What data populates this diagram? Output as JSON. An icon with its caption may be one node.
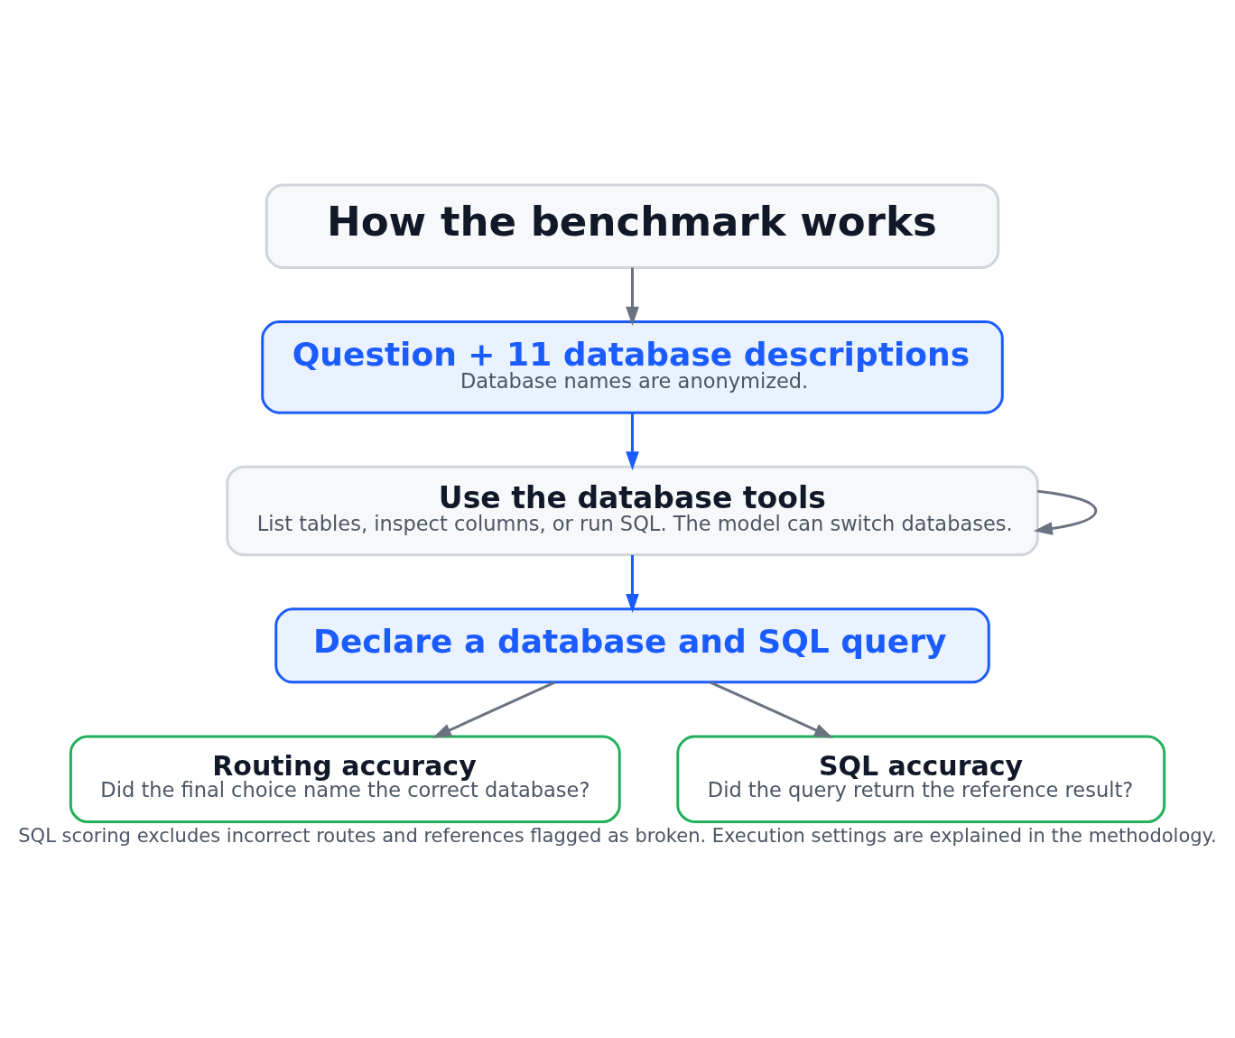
{
  "diagram": {
    "caption": "SQL scoring excludes incorrect routes and references flagged as broken. Execution settings are explained in the methodology.",
    "nodes": [
      {
        "text": [
          "How the benchmark works"
        ]
      },
      {
        "text": [
          "Question + 11 database descriptions",
          "Database names are anonymized."
        ]
      },
      {
        "text": [
          "Use the database tools",
          "List tables, inspect columns, or run SQL. The model can switch databases."
        ]
      },
      {
        "text": [
          "Declare a database and SQL query"
        ]
      },
      {
        "text": [
          "Routing accuracy",
          "Did the final choice name the correct database?"
        ]
      },
      {
        "text": [
          "SQL accuracy",
          "Did the query return the reference result?"
        ]
      }
    ],
    "edges": [
      {
        "from": 0,
        "to": 1,
        "arrow": "to"
      },
      {
        "from": 1,
        "to": 2,
        "arrow": "to",
        "color": "#1a5cff"
      },
      {
        "from": 2,
        "to": 2,
        "arrow": "to"
      },
      {
        "from": 2,
        "to": 3,
        "arrow": "to",
        "color": "#1a5cff"
      },
      {
        "from": 3,
        "to": 4,
        "arrow": "to"
      },
      {
        "from": 3,
        "to": 5,
        "arrow": "to"
      }
    ]
  }
}
